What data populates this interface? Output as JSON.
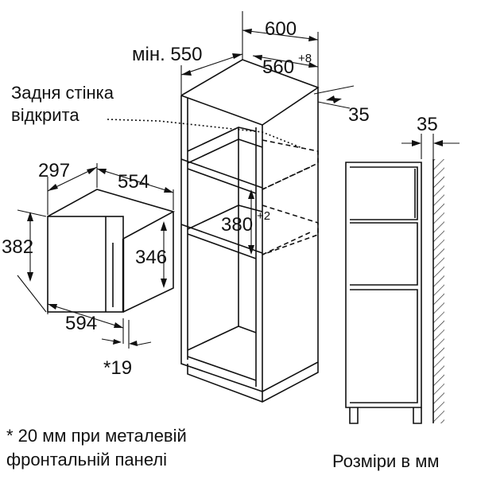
{
  "labels": {
    "w600": "600",
    "min550": "мін. 550",
    "d560": "560",
    "d560_tol": "+8",
    "d35_top": "35",
    "rear_wall_line1": "Задня стінка",
    "rear_wall_line2": "відкрита",
    "d297": "297",
    "d554": "554",
    "d382": "382",
    "d346": "346",
    "d380": "380",
    "d380_tol": "+2",
    "d594": "594",
    "d19": "*19",
    "d35_side": "35",
    "footnote_line1": "* 20 мм при металевій",
    "footnote_line2": "фронтальній панелі",
    "units": "Розміри в мм"
  }
}
